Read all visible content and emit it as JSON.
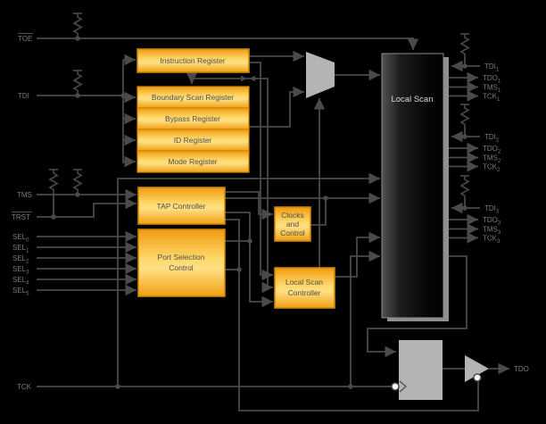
{
  "colors": {
    "background": "#000000",
    "wire": "#4a4a4a",
    "gold_accent": "#f9b233",
    "gold_border": "#cf8409",
    "local_scan_fill": "#111111",
    "mux_gray": "#b4b4b4"
  },
  "left_inputs": {
    "toe": "TOE",
    "tdi": "TDI",
    "tms": "TMS",
    "trst": "TRST",
    "tck": "TCK",
    "sel": [
      {
        "base": "SEL",
        "sub": "0"
      },
      {
        "base": "SEL",
        "sub": "1"
      },
      {
        "base": "SEL",
        "sub": "2"
      },
      {
        "base": "SEL",
        "sub": "3"
      },
      {
        "base": "SEL",
        "sub": "4"
      },
      {
        "base": "SEL",
        "sub": "5"
      }
    ]
  },
  "blocks": {
    "instruction_register": "Instruction Register",
    "registers": [
      "Boundary Scan Register",
      "Bypass Register",
      "ID Register",
      "Mode Register"
    ],
    "tap_controller": "TAP Controller",
    "port_selection_control": [
      "Port Selection",
      "Control"
    ],
    "clocks_and_control": [
      "Clocks",
      "and",
      "Control"
    ],
    "local_scan_controller": [
      "Local Scan",
      "Controller"
    ],
    "local_scan": "Local Scan"
  },
  "right_ports": [
    {
      "tdi": {
        "base": "TDI",
        "sub": "1"
      },
      "tdo": {
        "base": "TDO",
        "sub": "1"
      },
      "tms": {
        "base": "TMS",
        "sub": "1"
      },
      "tck": {
        "base": "TCK",
        "sub": "1"
      }
    },
    {
      "tdi": {
        "base": "TDI",
        "sub": "2"
      },
      "tdo": {
        "base": "TDO",
        "sub": "2"
      },
      "tms": {
        "base": "TMS",
        "sub": "2"
      },
      "tck": {
        "base": "TCK",
        "sub": "2"
      }
    },
    {
      "tdi": {
        "base": "TDI",
        "sub": "3"
      },
      "tdo": {
        "base": "TDO",
        "sub": "3"
      },
      "tms": {
        "base": "TMS",
        "sub": "3"
      },
      "tck": {
        "base": "TCK",
        "sub": "3"
      }
    }
  ],
  "output": {
    "tdo": "TDO"
  }
}
